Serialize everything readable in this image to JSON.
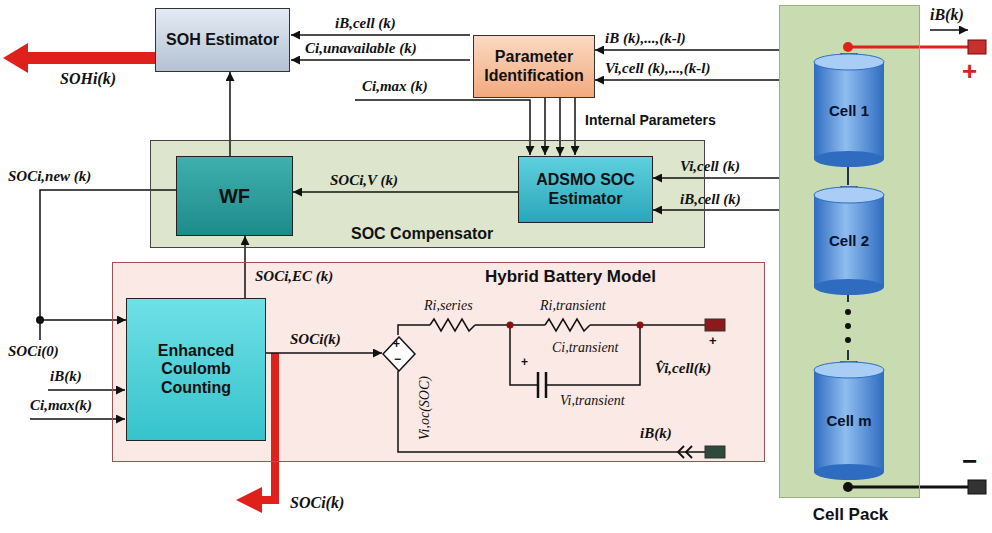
{
  "diagram": {
    "nodes": [
      {
        "text": [
          "SOH Estimator"
        ]
      },
      {
        "text": [
          "Parameter Identification"
        ]
      },
      {
        "text": [
          "SOC Compensator"
        ]
      },
      {
        "text": [
          "WF"
        ],
        "in": 2
      },
      {
        "text": [
          "ADSMO SOC Estimator"
        ],
        "in": 2
      },
      {
        "text": [
          "Hybrid Battery Model"
        ]
      },
      {
        "text": [
          "Enhanced Coulomb Counting"
        ],
        "in": 5
      },
      {
        "text": [
          "+",
          "−"
        ],
        "in": 5
      },
      {
        "text": [
          "Cell Pack"
        ]
      },
      {
        "text": [
          "Cell 1"
        ],
        "in": 8
      },
      {
        "text": [
          "Cell 2"
        ],
        "in": 8
      },
      {
        "text": [
          "Cell m"
        ],
        "in": 8
      }
    ],
    "edges": [
      {
        "from": 8,
        "to": 1,
        "arrow": "to",
        "label": "iB (k),...,(k-l)"
      },
      {
        "from": 8,
        "to": 1,
        "arrow": "to",
        "label": "Vi,cell (k),...,(k-l)"
      },
      {
        "from": 1,
        "to": 4,
        "arrow": "to",
        "label": "Internal Parameters"
      },
      {
        "from": 8,
        "to": 4,
        "arrow": "to",
        "label": "Vi,cell (k)"
      },
      {
        "from": 8,
        "to": 4,
        "arrow": "to",
        "label": "iB,cell (k)"
      },
      {
        "from": 4,
        "to": 3,
        "arrow": "to",
        "label": "SOCi,V (k)"
      },
      {
        "from": 6,
        "to": 3,
        "arrow": "to",
        "label": "SOCi,EC (k)"
      },
      {
        "from": 3,
        "to": 0,
        "arrow": "to"
      },
      {
        "from": 3,
        "to": 6,
        "arrow": "to",
        "label": "SOCi,new (k)"
      },
      {
        "from": 6,
        "to": 7,
        "arrow": "to",
        "label": "SOCi(k)"
      }
    ],
    "labels": [
      "SOHi(k)",
      "iB,cell (k)",
      "Ci,unavailable (k)",
      "Ci,max (k)",
      "SOCi(0)",
      "iB(k)",
      "Ci,max(k)",
      "SOCi(k)",
      "Ri,series",
      "Ri,transient",
      "Ci,transient",
      "+",
      "Vi,transient",
      "Vi,oc(SOC)",
      "V̂i,cell(k)",
      "+",
      "iB(k)",
      "iB(k)",
      "+",
      "−"
    ]
  }
}
